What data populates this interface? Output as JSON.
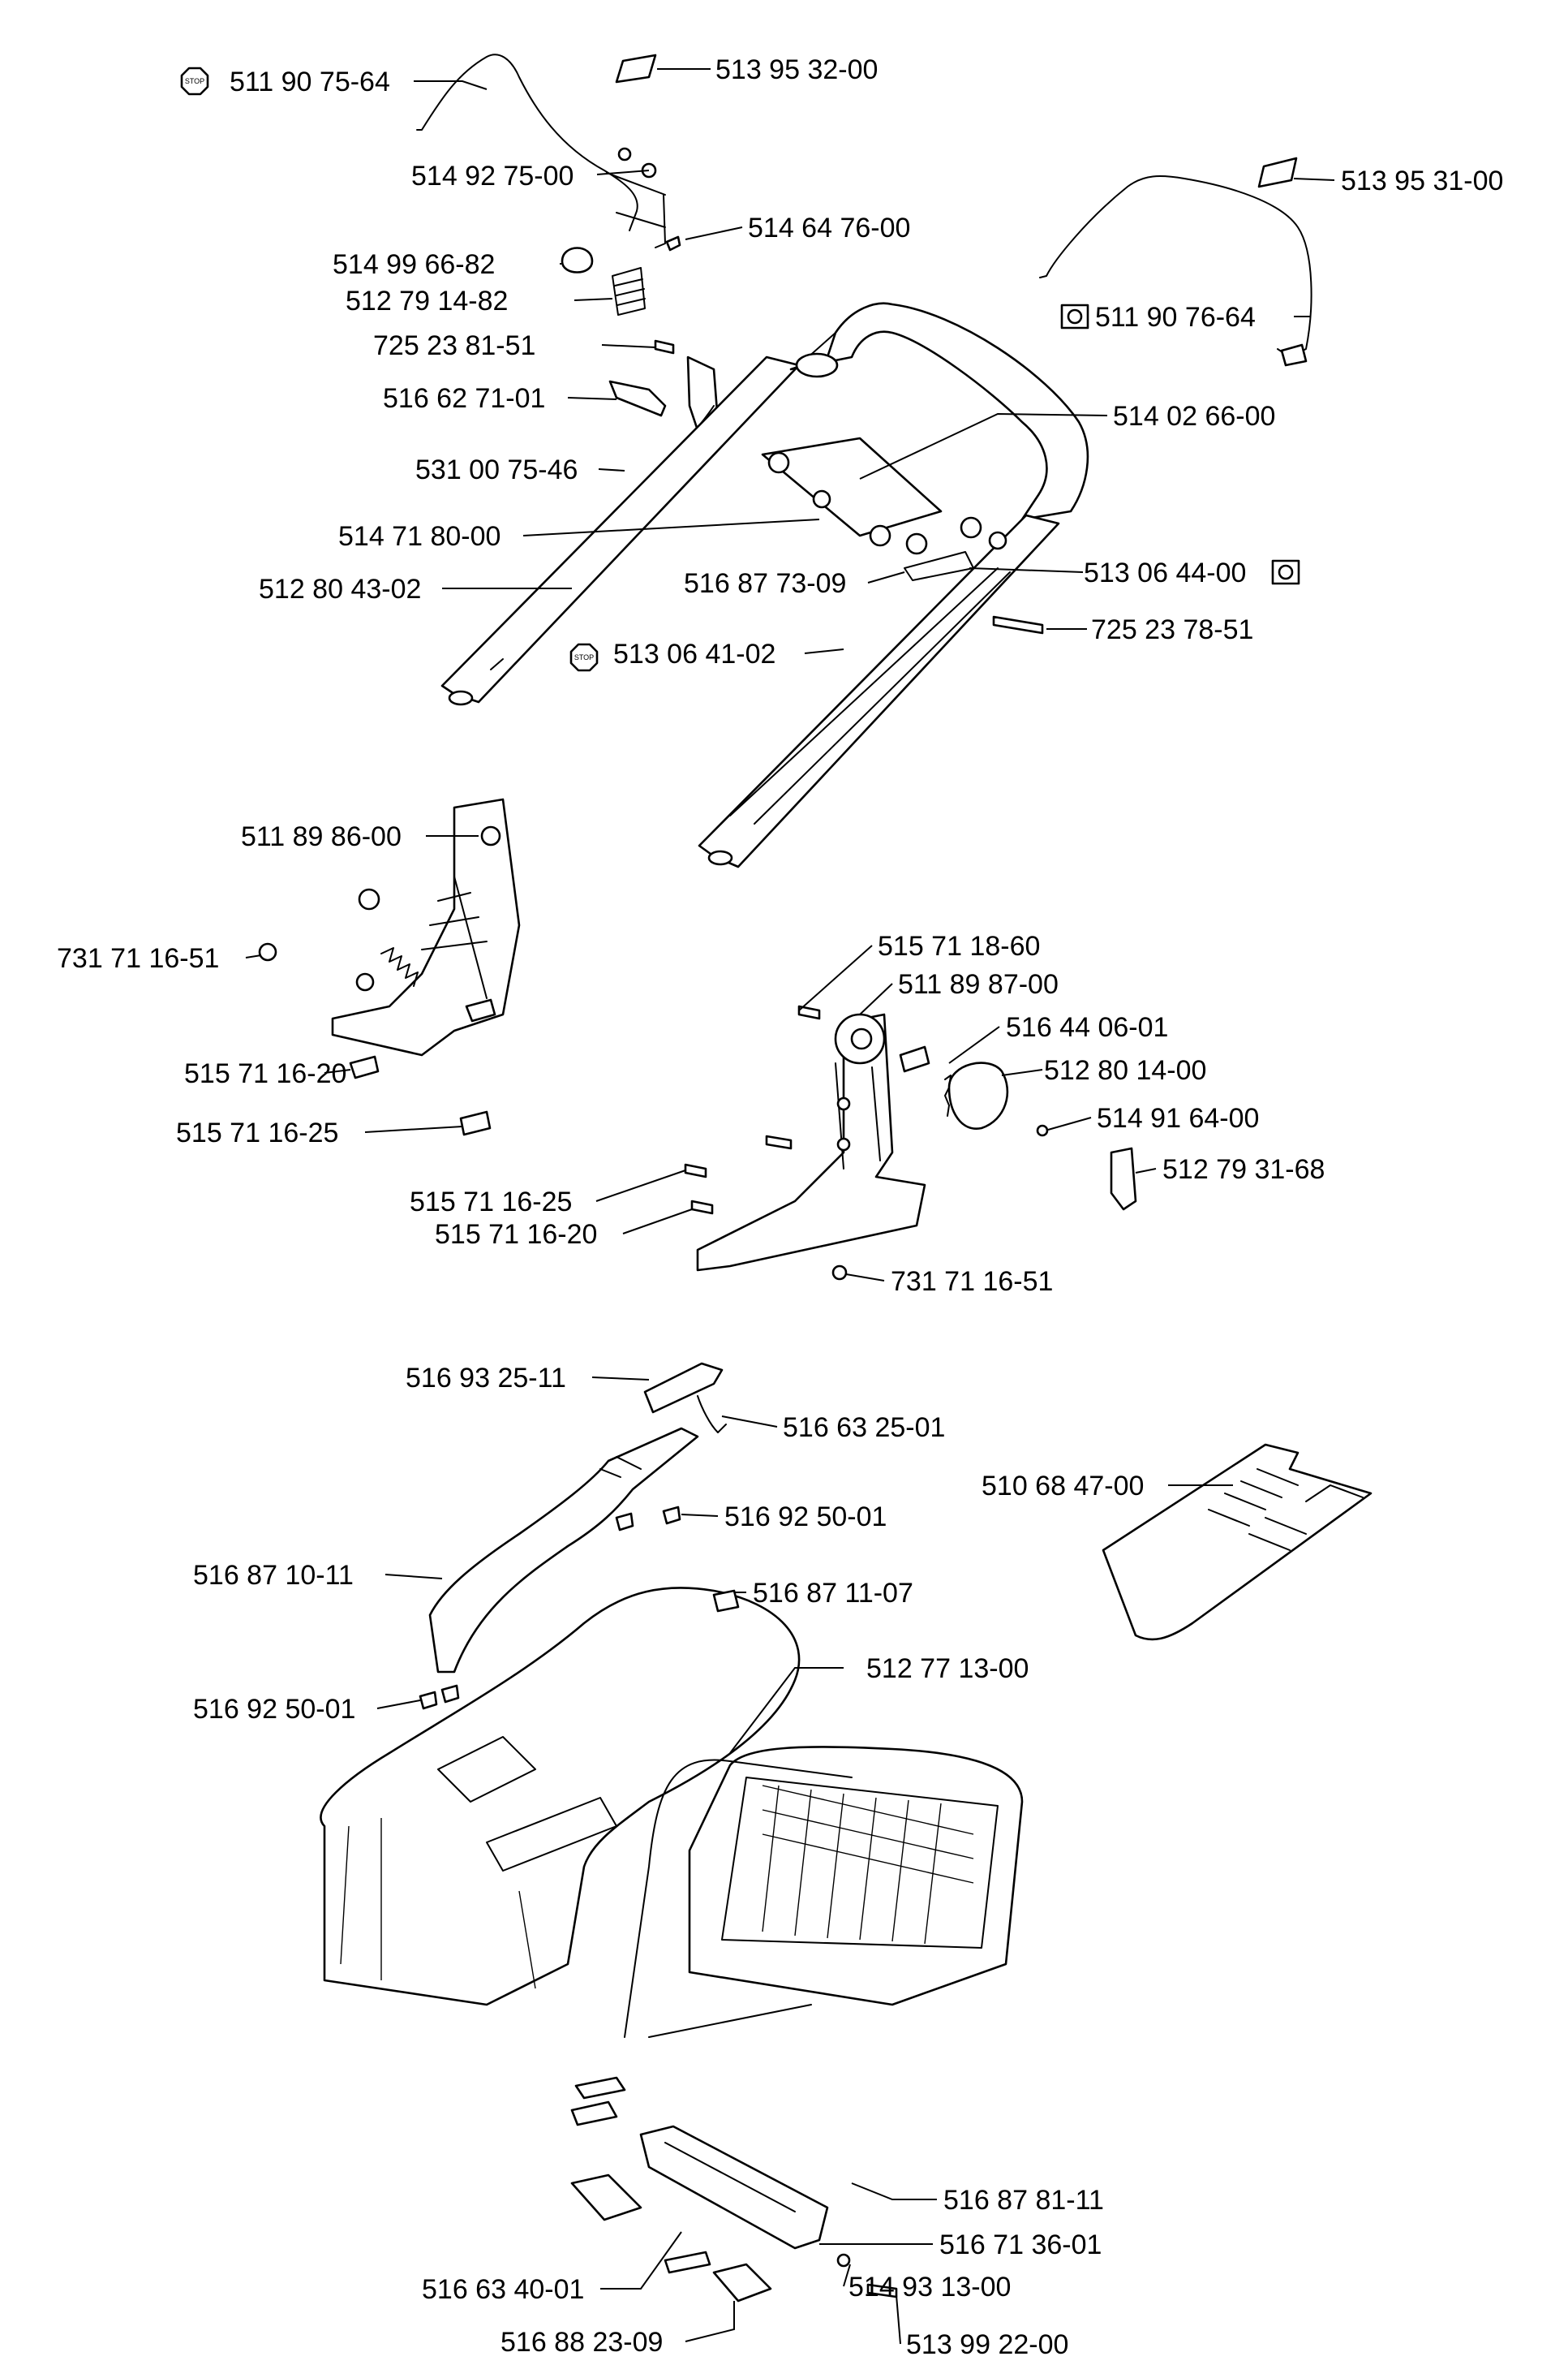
{
  "labels": [
    "511 90 75-64",
    "513 95 32-00",
    "514 92 75-00",
    "514 64 76-00",
    "514 99 66-82",
    "512 79 14-82",
    "725 23 81-51",
    "516 62 71-01",
    "531 00 75-46",
    "514 71 80-00",
    "512 80 43-02",
    "513 95 31-00",
    "511 90 76-64",
    "514 02 66-00",
    "516 87 73-09",
    "513 06 44-00",
    "725 23 78-51",
    "513 06 41-02",
    "511 89 86-00",
    "731 71 16-51",
    "515 71 16-20",
    "515 71 16-25",
    "515 71 18-60",
    "511 89 87-00",
    "516 44 06-01",
    "512 80 14-00",
    "514 91 64-00",
    "512 79 31-68",
    "515 71 16-25",
    "515 71 16-20",
    "731 71 16-51",
    "516 93 25-11",
    "516 63 25-01",
    "510 68 47-00",
    "516 92 50-01",
    "516 87 10-11",
    "516 87 11-07",
    "512 77 13-00",
    "516 92 50-01",
    "516 87 81-11",
    "516 71 36-01",
    "516 63 40-01",
    "514 93 13-00",
    "516 88 23-09",
    "513 99 22-00"
  ],
  "symbols": {
    "stop_text": "STOP",
    "stop": "stop-symbol",
    "gear": "gear-symbol"
  },
  "colors": {
    "ink": "#000000",
    "paper": "#ffffff"
  }
}
